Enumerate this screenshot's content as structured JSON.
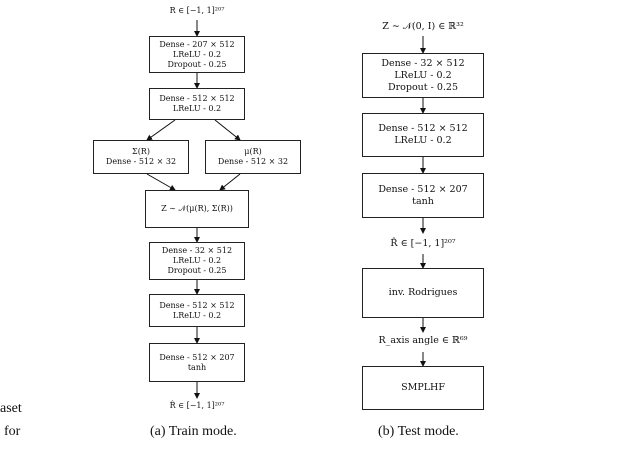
{
  "train": {
    "input_label": "R  ∈  [−1, 1]²⁰⁷",
    "encoder_block1": [
      "Dense - 207 × 512",
      "LReLU - 0.2",
      "Dropout - 0.25"
    ],
    "encoder_block2": [
      "Dense - 512 × 512",
      "LReLU - 0.2"
    ],
    "sigma_head": [
      "Σ(R)",
      "Dense - 512 × 32"
    ],
    "mu_head": [
      "μ(R)",
      "Dense - 512 × 32"
    ],
    "sample": "Z ∼ 𝒩(μ(R), Σ(R))",
    "decoder_block1": [
      "Dense - 32 × 512",
      "LReLU - 0.2",
      "Dropout - 0.25"
    ],
    "decoder_block2": [
      "Dense - 512 × 512",
      "LReLU - 0.2"
    ],
    "decoder_block3": [
      "Dense - 512 × 207",
      "tanh"
    ],
    "output_label": "R̂  ∈  [−1, 1]²⁰⁷",
    "caption": "(a) Train mode."
  },
  "test": {
    "input_label": "Z  ∼  𝒩(0, I)  ∈  ℝ³²",
    "block1": [
      "Dense - 32 × 512",
      "LReLU - 0.2",
      "Dropout - 0.25"
    ],
    "block2": [
      "Dense - 512 × 512",
      "LReLU - 0.2"
    ],
    "block3": [
      "Dense - 512 × 207",
      "tanh"
    ],
    "rhat_label": "R̂  ∈  [−1, 1]²⁰⁷",
    "rodrigues": "inv. Rodrigues",
    "axis_angle_label": "R_axis angle  ∈  ℝ⁶⁹",
    "smplhf": "SMPLHF",
    "caption": "(b) Test mode."
  },
  "margin_fragments": [
    "aset",
    "for"
  ]
}
